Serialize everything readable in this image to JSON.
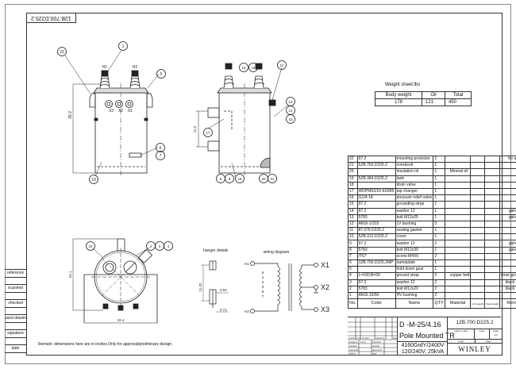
{
  "drawing": {
    "flipped_code": "12B.700.D225.2",
    "remark": "Remark: dimensions here are in inches.Only for approval/preliminary design.",
    "side_labels": [
      "reference",
      "scanned",
      "checked",
      "used drawing",
      "signature",
      "date"
    ]
  },
  "front_view": {
    "labels": {
      "h1": "H1",
      "h2": "H2",
      "x1": "X1",
      "x2": "X2",
      "x3": "X3"
    },
    "dimension_height": "35.2",
    "balloons": [
      "22",
      "1",
      "5",
      "6",
      "7",
      "19"
    ]
  },
  "side_view": {
    "dimension_hanger": "11.2",
    "balloons": [
      "16",
      "15",
      "12",
      "13",
      "14",
      "15b",
      "17",
      "8",
      "9",
      "18",
      "20",
      "21"
    ],
    "balloon_text": {
      "b16": "16",
      "b15": "15",
      "b12": "12",
      "b13": "13",
      "b14": "14",
      "b15b": "15",
      "b17": "17",
      "b8": "8",
      "b9": "9",
      "b18": "18",
      "b20": "20",
      "b21": "21"
    }
  },
  "top_view": {
    "dimension_height": "23.1",
    "dimension_width": "22.4",
    "balloon_text": {
      "b16": "16",
      "b2": "2",
      "b3": "3",
      "b4": "4"
    }
  },
  "hanger_details": {
    "title": "hanger details",
    "dim_spacing": "11.22",
    "dim_a": "2.52",
    "dim_b": "0.71"
  },
  "wiring_diagram": {
    "title": "wiring diagram",
    "h1": "H1",
    "h2": "H2",
    "x1": "X1",
    "x2": "X2",
    "x3": "X3",
    "taps": [
      "6",
      "4",
      "2",
      "3",
      "5",
      "7"
    ]
  },
  "weight_sheet": {
    "title": "Weight sheet:lbs",
    "headers": [
      "Body weight",
      "Oil",
      "Total"
    ],
    "values": [
      "178",
      "121",
      "450"
    ]
  },
  "bom": {
    "headers": {
      "no": "No.",
      "code": "Code",
      "name": "Name",
      "qty": "QTY",
      "material": "Material",
      "unit_weight": "Unit weight",
      "total_weight": "Total weight",
      "remark": "Remark"
    },
    "rows": [
      {
        "no": "22",
        "code": "97.2",
        "name": "mounting provision",
        "qty": "2",
        "material": "",
        "remark": "for arrester"
      },
      {
        "no": "21",
        "code": "5ZB.760.D225.2",
        "name": "core&coil",
        "qty": "1",
        "material": "",
        "remark": ""
      },
      {
        "no": "20",
        "code": "",
        "name": "insulation oil",
        "qty": "1",
        "material": "Mineral oil",
        "remark": ""
      },
      {
        "no": "19",
        "code": "5ZB.384.D225.2",
        "name": "tank",
        "qty": "1",
        "material": "",
        "remark": ""
      },
      {
        "no": "18",
        "code": "",
        "name": "drain valve",
        "qty": "1",
        "material": "",
        "remark": ""
      },
      {
        "no": "17",
        "code": "WDPM63/15-6X5B5",
        "name": "tap changer",
        "qty": "1",
        "material": "",
        "remark": ""
      },
      {
        "no": "16",
        "code": "G1/4-18",
        "name": "pressure relief valve",
        "qty": "1",
        "material": "",
        "remark": ""
      },
      {
        "no": "15",
        "code": "97.2",
        "name": "grounding strap",
        "qty": "1",
        "material": "",
        "remark": ""
      },
      {
        "no": "14",
        "code": "97.2",
        "name": "washer 12",
        "qty": "1",
        "material": "",
        "remark": "galvanized"
      },
      {
        "no": "13",
        "code": "5783",
        "name": "bolt M12x25",
        "qty": "1",
        "material": "",
        "remark": "galvanized"
      },
      {
        "no": "12",
        "code": "ANSI-1/315",
        "name": "LV bushing",
        "qty": "3",
        "material": "",
        "remark": ""
      },
      {
        "no": "11",
        "code": "8T.378.D225.2",
        "name": "sealing gasket",
        "qty": "1",
        "material": "",
        "remark": ""
      },
      {
        "no": "10",
        "code": "5ZB.312.D225.2",
        "name": "cover",
        "qty": "1",
        "material": "",
        "remark": ""
      },
      {
        "no": "9",
        "code": "97.2",
        "name": "washer 12",
        "qty": "2",
        "material": "",
        "remark": "galvanized"
      },
      {
        "no": "8",
        "code": "5783",
        "name": "bolt M12x30",
        "qty": "1",
        "material": "",
        "remark": "galvanized"
      },
      {
        "no": "7",
        "code": "/T67",
        "name": "screw M4X6",
        "qty": "2",
        "material": "",
        "remark": ""
      },
      {
        "no": "6",
        "code": "1ZB.700.D225.2MP",
        "name": "nameplate",
        "qty": "1",
        "material": "",
        "remark": ""
      },
      {
        "no": "5",
        "code": "",
        "name": "hold down gear",
        "qty": "1",
        "material": "",
        "remark": ""
      },
      {
        "no": "4",
        "code": "L=180,B=30",
        "name": "ground strap",
        "qty": "2",
        "material": "copper belt",
        "remark": "inner grounded"
      },
      {
        "no": "3",
        "code": "97.2",
        "name": "washer 12",
        "qty": "2",
        "material": "",
        "remark": "black coated"
      },
      {
        "no": "2",
        "code": "5783",
        "name": "bolt M12x20",
        "qty": "2",
        "material": "",
        "remark": "black coated"
      },
      {
        "no": "1",
        "code": "ANSI-15/50",
        "name": "HV bushing",
        "qty": "2",
        "material": "",
        "remark": ""
      }
    ]
  },
  "title_block": {
    "model": "D -M-25/4.16",
    "product": "Pole Mounted TR",
    "rating_line1": "4160GrdY/2400V",
    "rating_line2": "120/240V, 25kVA",
    "drawing_no": "12B.700.D225.2",
    "pattern_mark": "pattern mark",
    "mass": "mass",
    "scale": "scale",
    "scale_value": "nef",
    "page": "page",
    "page2": "page",
    "company": "WINLEY",
    "rev_headers": [
      "symbol",
      "zone",
      "revision",
      "signature",
      "date"
    ],
    "sign_rows": [
      [
        "designed",
        "Kong",
        "standard"
      ],
      [
        "checked",
        "",
        "audited"
      ],
      [
        "examined",
        "",
        "approved"
      ],
      [
        "drafted",
        "",
        "date"
      ]
    ]
  }
}
